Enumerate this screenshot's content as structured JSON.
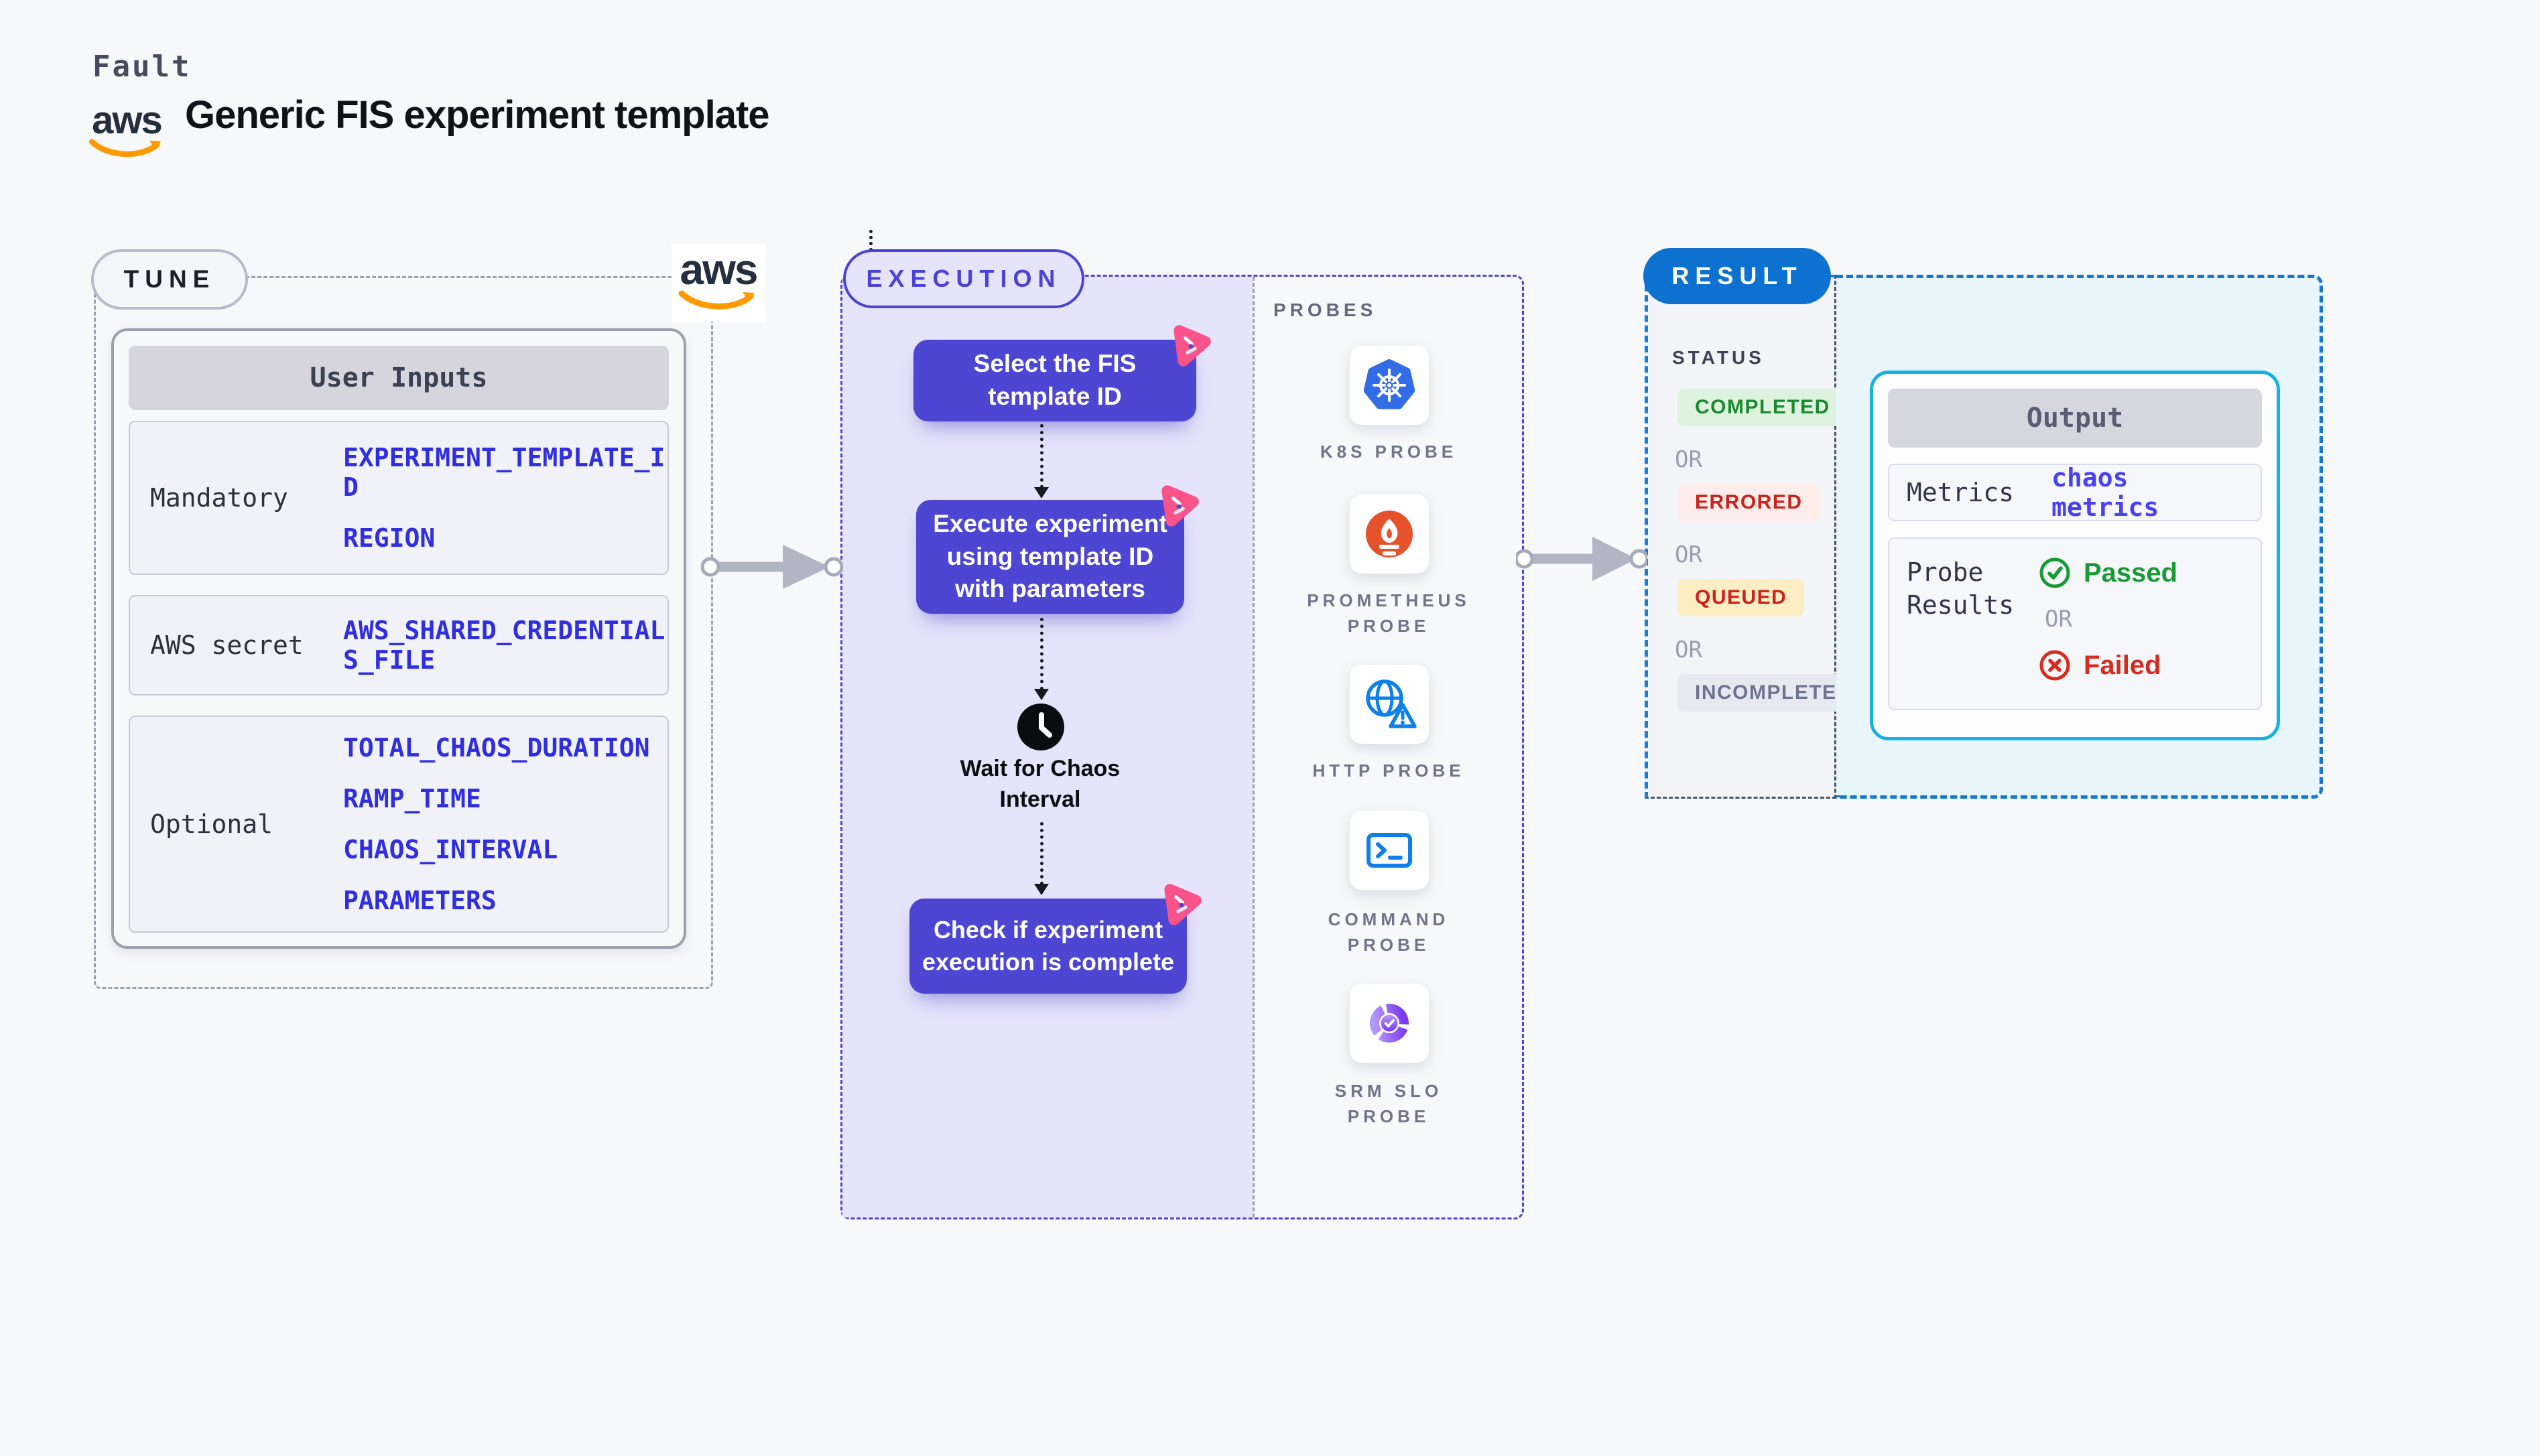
{
  "header": {
    "brand": "Fault",
    "title": "Generic FIS experiment template",
    "aws_logo_text": "aws"
  },
  "tune": {
    "label": "TUNE",
    "card_title": "User Inputs",
    "rows": [
      {
        "label": "Mandatory",
        "values": [
          "EXPERIMENT_TEMPLATE_ID",
          "REGION"
        ]
      },
      {
        "label": "AWS secret",
        "values": [
          "AWS_SHARED_CREDENTIALS_FILE"
        ]
      },
      {
        "label": "Optional",
        "values": [
          "TOTAL_CHAOS_DURATION",
          "RAMP_TIME",
          "CHAOS_INTERVAL",
          "PARAMETERS"
        ]
      }
    ]
  },
  "execution": {
    "label": "EXECUTION",
    "node1": "Select the FIS template ID",
    "node2": "Execute experiment using template ID with parameters",
    "wait_label": "Wait for Chaos Interval",
    "node3": "Check if experiment execution is complete"
  },
  "probes": {
    "label": "PROBES",
    "items": [
      {
        "name": "K8S PROBE",
        "icon": "kubernetes-icon"
      },
      {
        "name": "PROMETHEUS PROBE",
        "icon": "prometheus-icon"
      },
      {
        "name": "HTTP PROBE",
        "icon": "http-globe-warning-icon"
      },
      {
        "name": "COMMAND PROBE",
        "icon": "terminal-icon"
      },
      {
        "name": "SRM SLO PROBE",
        "icon": "slo-donut-check-icon"
      }
    ]
  },
  "result": {
    "label": "RESULT",
    "status_title": "STATUS",
    "or": "OR",
    "statuses": [
      {
        "text": "COMPLETED",
        "bg": "#def3de",
        "color": "#1a8a2e"
      },
      {
        "text": "ERRORED",
        "bg": "#fcecea",
        "color": "#cc211c"
      },
      {
        "text": "QUEUED",
        "bg": "#faeec2",
        "color": "#cc211c"
      },
      {
        "text": "INCOMPLETED",
        "bg": "#e8e8f0",
        "color": "#6d7390"
      }
    ],
    "output": {
      "title": "Output",
      "metrics_label": "Metrics",
      "metrics_value": "chaos metrics",
      "probe_results_label": "Probe Results",
      "passed": "Passed",
      "failed": "Failed"
    }
  },
  "colors": {
    "page_bg": "#f7f8fa",
    "indigo_accent": "#4b42d6",
    "node_fill": "#4c46d2",
    "lavender_bg": "#e5e4fa",
    "chaos_pink": "#f9548a",
    "param_blue": "#2f2ee0",
    "result_blue": "#0d72cf",
    "output_border_cyan": "#17b2e1",
    "cyan_bg": "#e8f6fb",
    "passed_green": "#189a35",
    "failed_red": "#d62b1e",
    "aws_orange": "#ff9900"
  }
}
